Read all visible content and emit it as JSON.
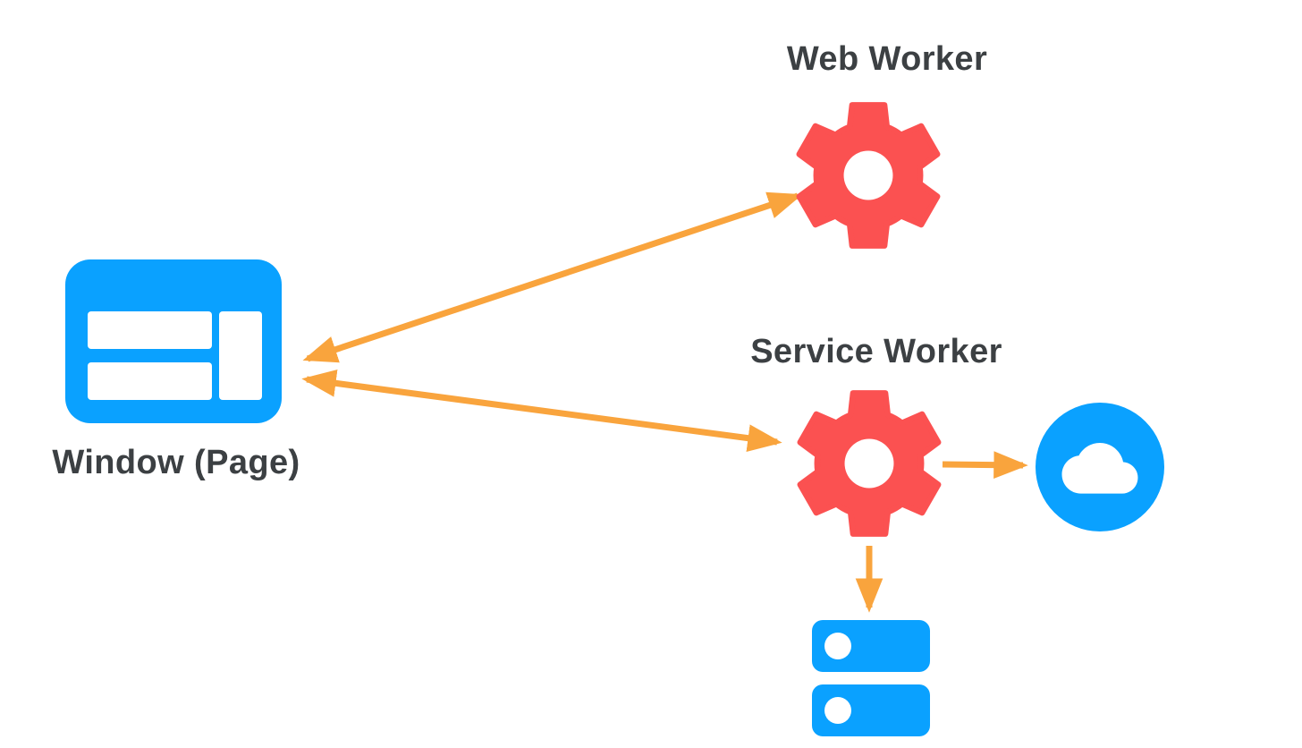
{
  "diagram": {
    "colors": {
      "background": "#FFFFFF",
      "blue": "#0AA1FF",
      "red": "#FB5151",
      "arrow_orange": "#F9A43D",
      "label_text": "#3C4043"
    },
    "nodes": {
      "window": {
        "label": "Window (Page)",
        "icon": "browser-window-icon",
        "color": "#0AA1FF"
      },
      "web_worker": {
        "label": "Web Worker",
        "icon": "gear-icon",
        "color": "#FB5151"
      },
      "service_worker": {
        "label": "Service Worker",
        "icon": "gear-icon",
        "color": "#FB5151"
      },
      "network": {
        "icon": "cloud-icon",
        "color": "#0AA1FF"
      },
      "storage": {
        "icon": "database-stack-icon",
        "color": "#0AA1FF",
        "disk_count": 2
      }
    },
    "edges": [
      {
        "from": "window",
        "to": "web_worker",
        "direction": "bidirectional",
        "color": "#F9A43D"
      },
      {
        "from": "window",
        "to": "service_worker",
        "direction": "bidirectional",
        "color": "#F9A43D"
      },
      {
        "from": "service_worker",
        "to": "network",
        "direction": "one-way",
        "color": "#F9A43D"
      },
      {
        "from": "service_worker",
        "to": "storage",
        "direction": "one-way",
        "color": "#F9A43D"
      }
    ]
  }
}
